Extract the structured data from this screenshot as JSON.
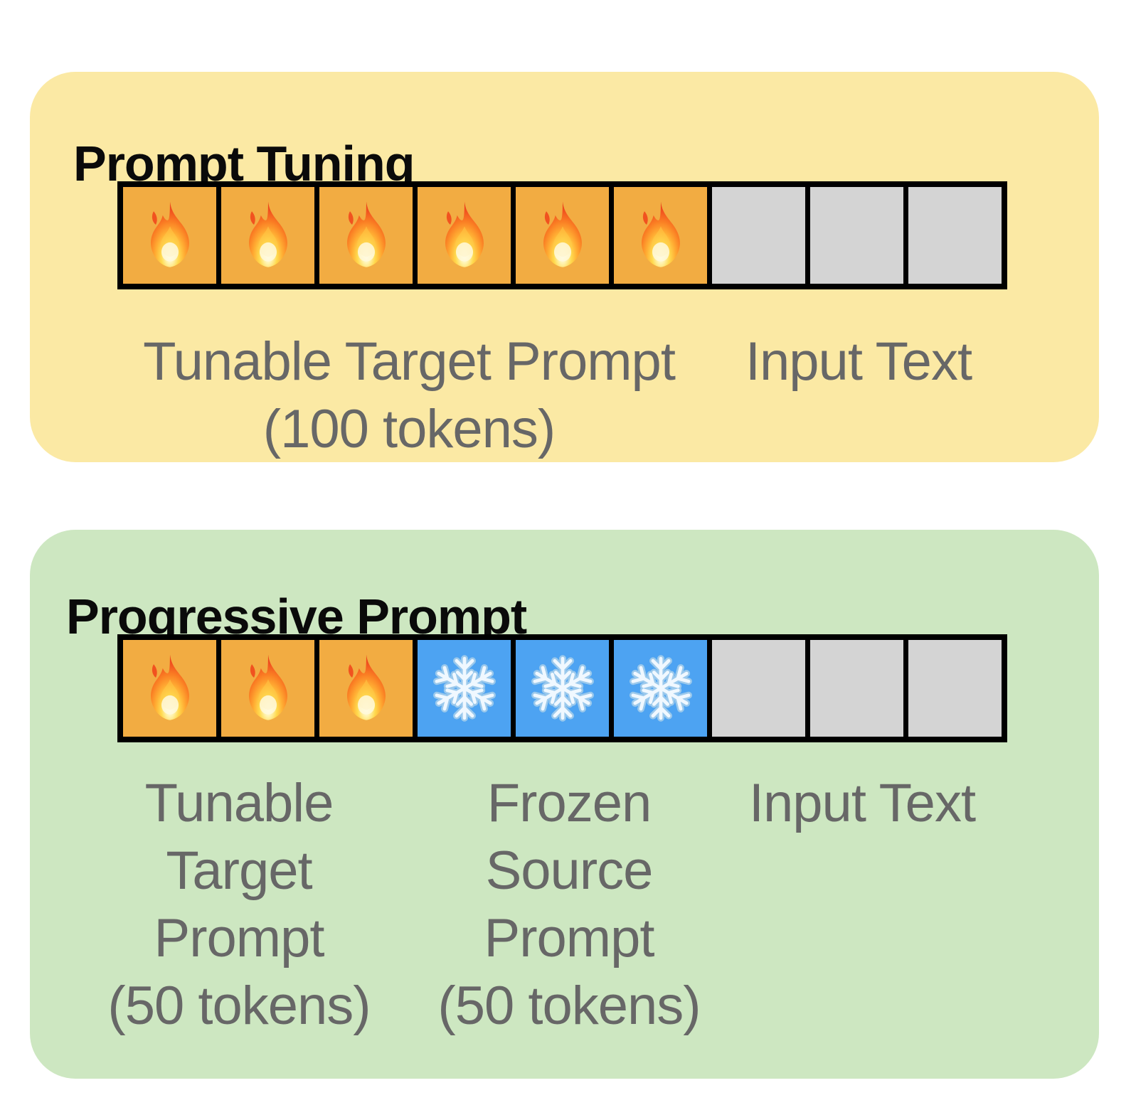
{
  "figure": {
    "background": "#FFFFFF",
    "row_border_color": "#000000",
    "title_color": "#0A0A0A",
    "label_color": "#676767"
  },
  "panels": [
    {
      "title": "Prompt Tuning",
      "background": "#FBE9A4",
      "cells": [
        "fire",
        "fire",
        "fire",
        "fire",
        "fire",
        "fire",
        "input",
        "input",
        "input"
      ],
      "labels": [
        "Tunable Target Prompt\n(100 tokens)",
        "Input Text"
      ]
    },
    {
      "title": "Progressive Prompt",
      "background": "#CDE7C1",
      "cells": [
        "fire",
        "fire",
        "fire",
        "snow",
        "snow",
        "snow",
        "input",
        "input",
        "input"
      ],
      "labels": [
        "Tunable\nTarget\nPrompt\n(50 tokens)",
        "Frozen\nSource\nPrompt\n(50 tokens)",
        "Input Text"
      ]
    }
  ],
  "cell_styles": {
    "fire": {
      "color": "#F2AC42",
      "icon": "fire-icon",
      "meaning": "tunable token"
    },
    "snow": {
      "color": "#4DA3F2",
      "icon": "snowflake-icon",
      "meaning": "frozen token"
    },
    "input": {
      "color": "#D4D4D4",
      "icon": "",
      "meaning": "input text token"
    }
  }
}
